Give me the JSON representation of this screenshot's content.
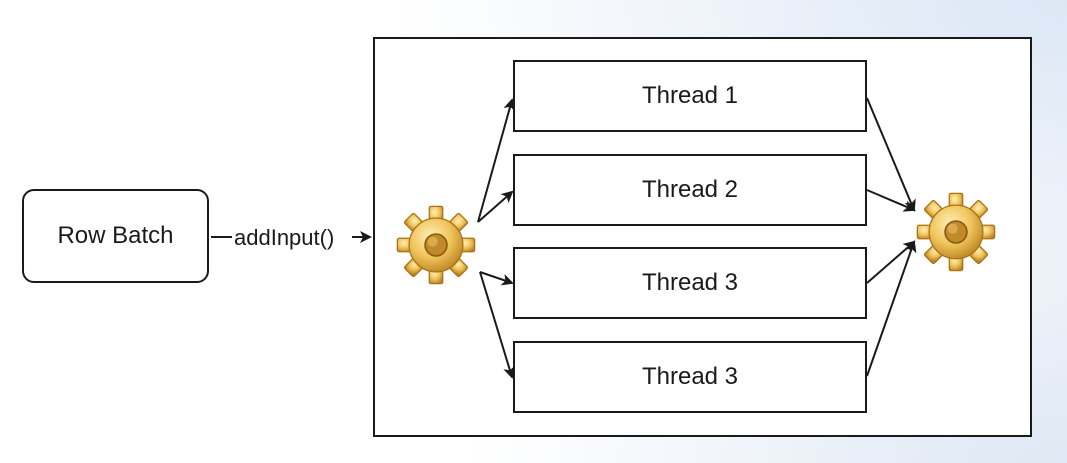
{
  "diagram": {
    "source": {
      "label": "Row Batch"
    },
    "edge": {
      "label": "addInput()"
    },
    "threads": [
      {
        "label": "Thread 1"
      },
      {
        "label": "Thread 2"
      },
      {
        "label": "Thread 3"
      },
      {
        "label": "Thread 3"
      }
    ],
    "icons": {
      "splitter": "gear-icon",
      "merger": "gear-icon"
    },
    "colors": {
      "stroke": "#1a1a1a",
      "gear_light": "#f7d77c",
      "gear_mid": "#e8b64a",
      "gear_dark": "#b88322"
    }
  }
}
